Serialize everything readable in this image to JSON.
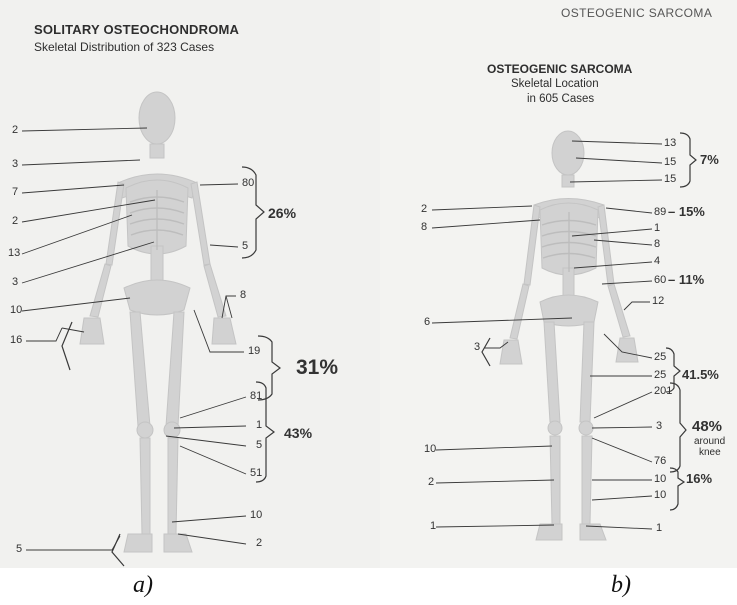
{
  "panel_a": {
    "title": "SOLITARY OSTEOCHONDROMA",
    "subtitle": "Skeletal Distribution of 323 Cases",
    "labels": [
      "2",
      "3",
      "7",
      "2",
      "13",
      "3",
      "10",
      "16",
      "80",
      "5",
      "8",
      "19",
      "81",
      "1",
      "5",
      "51",
      "10",
      "2",
      "5"
    ],
    "groups": [
      "26%",
      "31%",
      "43%"
    ]
  },
  "panel_b": {
    "header": "OSTEOGENIC SARCOMA",
    "title": "OSTEOGENIC SARCOMA",
    "subtitle_line1": "Skeletal Location",
    "subtitle_line2": "in 605 Cases",
    "labels": [
      "13",
      "15",
      "15",
      "2",
      "8",
      "89",
      "1",
      "8",
      "4",
      "60",
      "12",
      "6",
      "3",
      "25",
      "25",
      "201",
      "3",
      "10",
      "2",
      "76",
      "10",
      "10",
      "1",
      "1"
    ],
    "groups": [
      "7%",
      "– 15%",
      "– 11%",
      "41.5%",
      "48%",
      "around",
      "knee",
      "16%"
    ]
  },
  "captions": [
    "a)",
    "b)"
  ]
}
